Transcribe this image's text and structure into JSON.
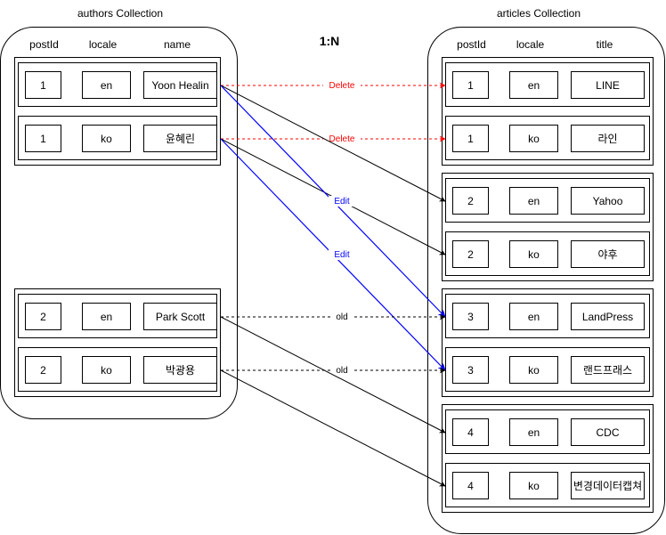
{
  "ratio_label": "1:N",
  "authors": {
    "title": "authors Collection",
    "headers": [
      "postId",
      "locale",
      "name"
    ],
    "rows": [
      {
        "postId": "1",
        "locale": "en",
        "name": "Yoon Healin"
      },
      {
        "postId": "1",
        "locale": "ko",
        "name": "윤혜린"
      },
      {
        "postId": "2",
        "locale": "en",
        "name": "Park Scott"
      },
      {
        "postId": "2",
        "locale": "ko",
        "name": "박광용"
      }
    ]
  },
  "articles": {
    "title": "articles Collection",
    "headers": [
      "postId",
      "locale",
      "title"
    ],
    "rows": [
      {
        "postId": "1",
        "locale": "en",
        "title": "LINE"
      },
      {
        "postId": "1",
        "locale": "ko",
        "title": "라인"
      },
      {
        "postId": "2",
        "locale": "en",
        "title": "Yahoo"
      },
      {
        "postId": "2",
        "locale": "ko",
        "title": "야후"
      },
      {
        "postId": "3",
        "locale": "en",
        "title": "LandPress"
      },
      {
        "postId": "3",
        "locale": "ko",
        "title": "랜드프래스"
      },
      {
        "postId": "4",
        "locale": "en",
        "title": "CDC"
      },
      {
        "postId": "4",
        "locale": "ko",
        "title": "변경데이터캡쳐"
      }
    ]
  },
  "colors": {
    "delete": "#ff0000",
    "edit": "#0000ff",
    "default": "#000000"
  },
  "links": [
    {
      "from": 0,
      "to": 0,
      "label": "Delete",
      "style": "delete"
    },
    {
      "from": 1,
      "to": 1,
      "label": "Delete",
      "style": "delete"
    },
    {
      "from": 0,
      "to": 2,
      "label": "",
      "style": "solid"
    },
    {
      "from": 1,
      "to": 3,
      "label": "",
      "style": "solid"
    },
    {
      "from": 0,
      "to": 4,
      "label": "Edit",
      "style": "edit"
    },
    {
      "from": 1,
      "to": 5,
      "label": "Edit",
      "style": "edit"
    },
    {
      "from": 2,
      "to": 4,
      "label": "old",
      "style": "dashed"
    },
    {
      "from": 3,
      "to": 5,
      "label": "old",
      "style": "dashed"
    },
    {
      "from": 2,
      "to": 6,
      "label": "",
      "style": "solid"
    },
    {
      "from": 3,
      "to": 7,
      "label": "",
      "style": "solid"
    }
  ]
}
